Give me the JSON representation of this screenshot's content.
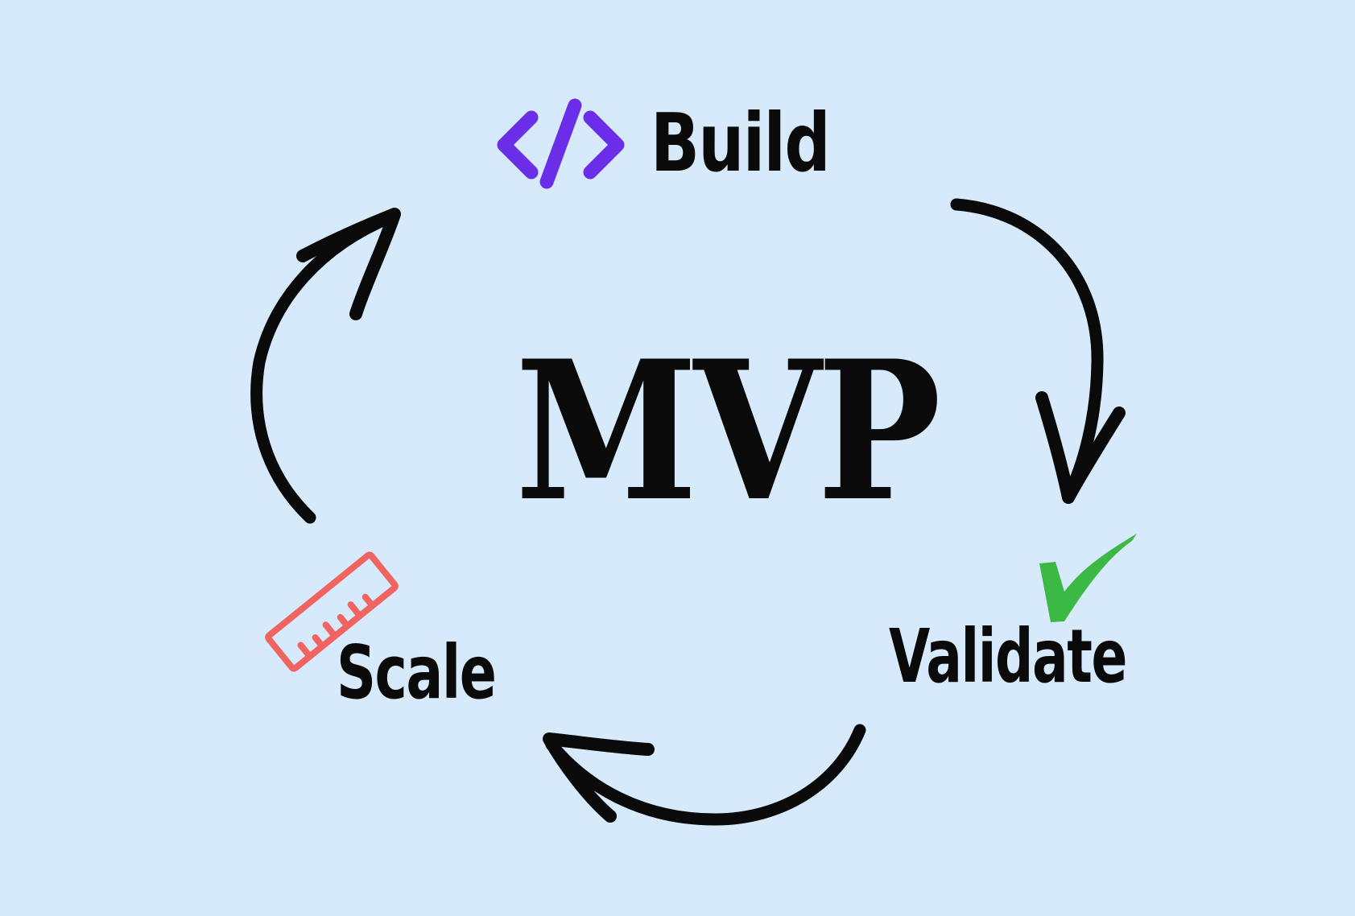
{
  "diagram": {
    "title": "MVP",
    "type": "cycle",
    "background_color": "#d7eafb",
    "stages": [
      {
        "label": "Build",
        "icon": "code-icon",
        "icon_color": "#6a2ee8"
      },
      {
        "label": "Validate",
        "icon": "checkmark-icon",
        "icon_color": "#3cb944"
      },
      {
        "label": "Scale",
        "icon": "ruler-icon",
        "icon_color": "#ef6461"
      }
    ],
    "flow": [
      "Build",
      "Validate",
      "Scale",
      "Build"
    ]
  }
}
